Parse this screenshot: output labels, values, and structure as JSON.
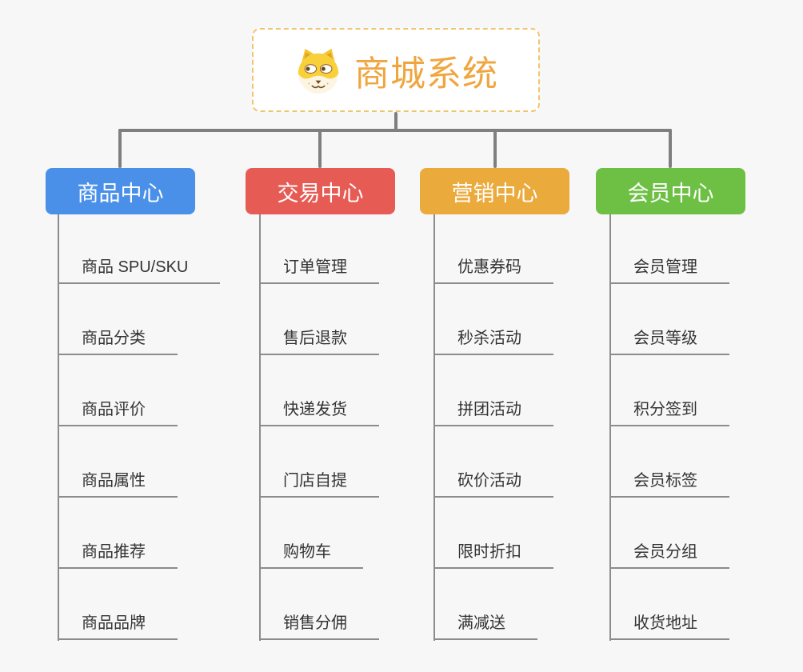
{
  "root": {
    "title": "商城系统",
    "icon": "shiba-dog-icon",
    "title_color": "#f0a63f",
    "border_color": "#f2c46d"
  },
  "connector_color": "#7f7f7f",
  "columns": [
    {
      "label": "商品中心",
      "color": "#4a90e8",
      "items": [
        "商品 SPU/SKU",
        "商品分类",
        "商品评价",
        "商品属性",
        "商品推荐",
        "商品品牌"
      ]
    },
    {
      "label": "交易中心",
      "color": "#e65c55",
      "items": [
        "订单管理",
        "售后退款",
        "快递发货",
        "门店自提",
        "购物车",
        "销售分佣"
      ]
    },
    {
      "label": "营销中心",
      "color": "#ebaa3c",
      "items": [
        "优惠券码",
        "秒杀活动",
        "拼团活动",
        "砍价活动",
        "限时折扣",
        "满减送"
      ]
    },
    {
      "label": "会员中心",
      "color": "#6dc044",
      "items": [
        "会员管理",
        "会员等级",
        "积分签到",
        "会员标签",
        "会员分组",
        "收货地址"
      ]
    }
  ]
}
